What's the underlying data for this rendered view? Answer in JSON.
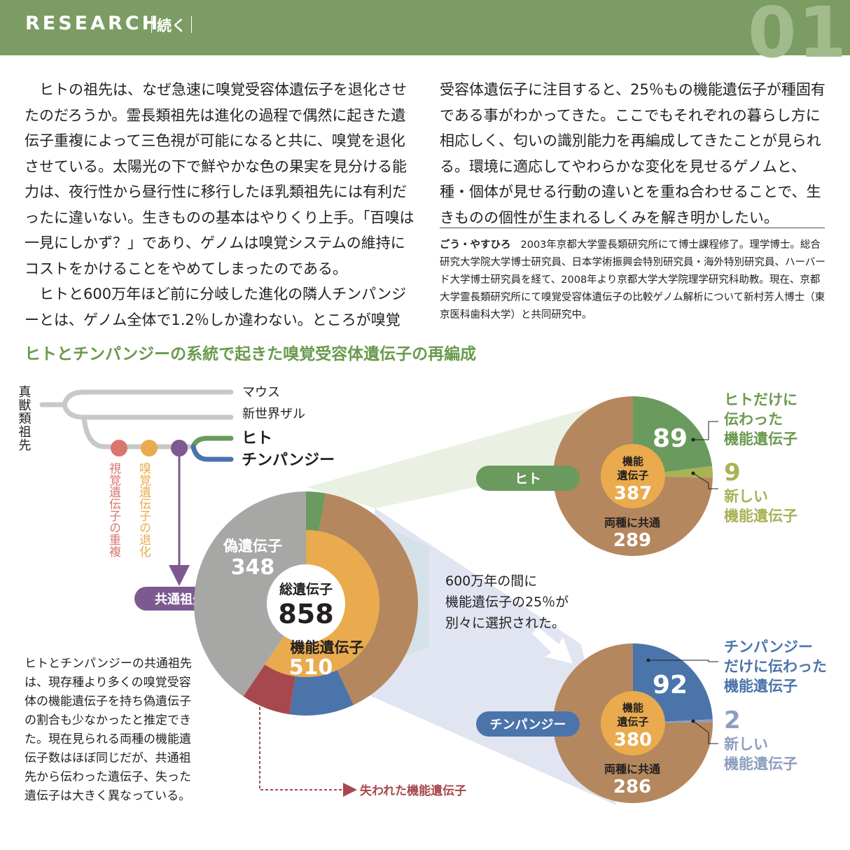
{
  "header": {
    "section": "RESEARCH",
    "continued": "続く",
    "page_number": "01",
    "bar_color": "#7b9c62"
  },
  "article": {
    "column1": [
      "ヒトの祖先は、なぜ急速に嗅覚受容体遺伝子を退化させたのだろうか。霊長類祖先は進化の過程で偶然に起きた遺伝子重複によって三色視が可能になると共に、嗅覚を退化させている。太陽光の下で鮮やかな色の果実を見分ける能力は、夜行性から昼行性に移行したほ乳類祖先には有利だったに違いない。生きものの基本はやりくり上手。「百嗅は一見にしかず？」であり、ゲノムは嗅覚システムの維持にコストをかけることをやめてしまったのである。",
      "ヒトと600万年ほど前に分岐した進化の隣人チンパンジーとは、ゲノム全体で1.2％しか違わない。ところが嗅覚"
    ],
    "column2": "受容体遺伝子に注目すると、25％もの機能遺伝子が種固有である事がわかってきた。ここでもそれぞれの暮らし方に相応しく、匂いの識別能力を再編成してきたことが見られる。環境に適応してやわらかな変化を見せるゲノムと、種・個体が見せる行動の違いとを重ね合わせることで、生きものの個性が生まれるしくみを解き明かしたい。"
  },
  "bio": {
    "name": "ごう・やすひろ",
    "text": "2003年京都大学霊長類研究所にて博士課程修了。理学博士。総合研究大学院大学博士研究員、日本学術振興会特別研究員・海外特別研究員、ハーバード大学博士研究員を経て、2008年より京都大学大学院理学研究科助教。現在、京都大学霊長類研究所にて嗅覚受容体遺伝子の比較ゲノム解析について新村芳人博士（東京医科歯科大学）と共同研究中。"
  },
  "figure": {
    "title": "ヒトとチンパンジーの系統で起きた嗅覚受容体遺伝子の再編成",
    "tree": {
      "root_label": "真獣類祖先",
      "leaves": [
        "マウス",
        "新世界ザル",
        "ヒト",
        "チンパンジー"
      ],
      "events": [
        "視覚遺伝子の重複",
        "嗅覚遺伝子の退化"
      ],
      "common_ancestor": "共通祖先"
    },
    "ancestor_pie": {
      "total_label": "総遺伝子",
      "total": 858,
      "pseudo_label": "偽遺伝子",
      "pseudo": 348,
      "functional_label": "機能遺伝子",
      "functional": 510,
      "functional_breakdown": {
        "human_only": 24,
        "shared": 345,
        "chimp_only": 80,
        "lost": 61
      }
    },
    "human_pie": {
      "tag": "ヒト",
      "center_label_1": "機能",
      "center_label_2": "遺伝子",
      "functional": 387,
      "specific": 89,
      "new": 9,
      "shared_label": "両種に共通",
      "shared": 289,
      "specific_label": [
        "ヒトだけに",
        "伝わった",
        "機能遺伝子"
      ],
      "new_label": [
        "新しい",
        "機能遺伝子"
      ]
    },
    "chimp_pie": {
      "tag": "チンパンジー",
      "center_label_1": "機能",
      "center_label_2": "遺伝子",
      "functional": 380,
      "specific": 92,
      "new": 2,
      "shared_label": "両種に共通",
      "shared": 286,
      "specific_label": [
        "チンパンジー",
        "だけに伝わった",
        "機能遺伝子"
      ],
      "new_label": [
        "新しい",
        "機能遺伝子"
      ]
    },
    "selection_note": [
      "600万年の間に",
      "機能遺伝子の25％が",
      "別々に選択された。"
    ],
    "lost_label": "失われた機能遺伝子",
    "caption": "ヒトとチンパンジーの共通祖先は、現存種より多くの嗅覚受容体の機能遺伝子を持ち偽遺伝子の割合も少なかったと推定できた。現在見られる両種の機能遺伝子数はほぼ同じだが、共通祖先から伝わった遺伝子、失った遺伝子は大きく異なっている。",
    "colors": {
      "title_green": "#6a9a4e",
      "human_green": "#6a9a5e",
      "chimp_blue": "#4b74ab",
      "shared_brown": "#b5875f",
      "functional_orange": "#e9ab4d",
      "pseudo_gray": "#a7a7a5",
      "lost_red": "#a7484f",
      "new_human": "#a9b255",
      "new_chimp": "#8d9fbe",
      "ancestor_purple": "#7c5a91",
      "event_pink": "#d9766e"
    }
  }
}
